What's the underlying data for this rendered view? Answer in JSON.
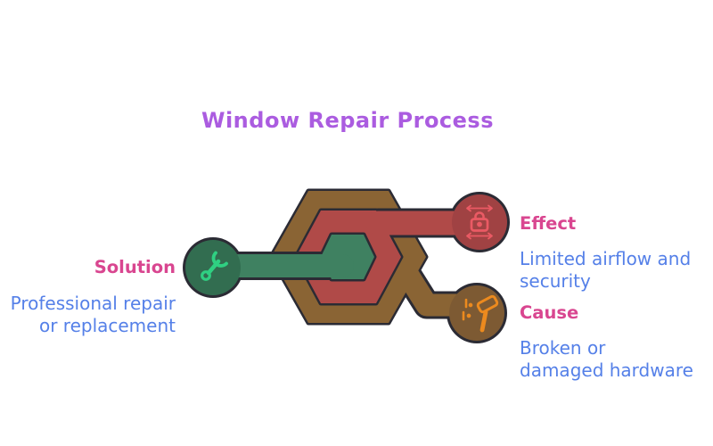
{
  "title": "Window Repair Process",
  "nodes": {
    "solution": {
      "label": "Solution",
      "description": "Professional repair or replacement",
      "icon": "wrench-icon"
    },
    "effect": {
      "label": "Effect",
      "description": "Limited airflow and security",
      "icon": "lock-icon"
    },
    "cause": {
      "label": "Cause",
      "description": "Broken or damaged hardware",
      "icon": "hammer-icon"
    }
  },
  "colors": {
    "background": "#ffffff",
    "outline": "#2b2b34",
    "title_text": "#ab5ce0",
    "label_text": "#d94690",
    "description_text": "#5580e8",
    "hex_outer": "#8a6434",
    "hex_middle": "#b04a48",
    "hex_inner": "#3f8161",
    "circle_solution": "#326d50",
    "circle_effect": "#a04243",
    "circle_cause": "#7d5a33",
    "icon_wrench": "#2fd082",
    "icon_lock": "#ea5a64",
    "icon_hammer": "#ec8a1e"
  }
}
